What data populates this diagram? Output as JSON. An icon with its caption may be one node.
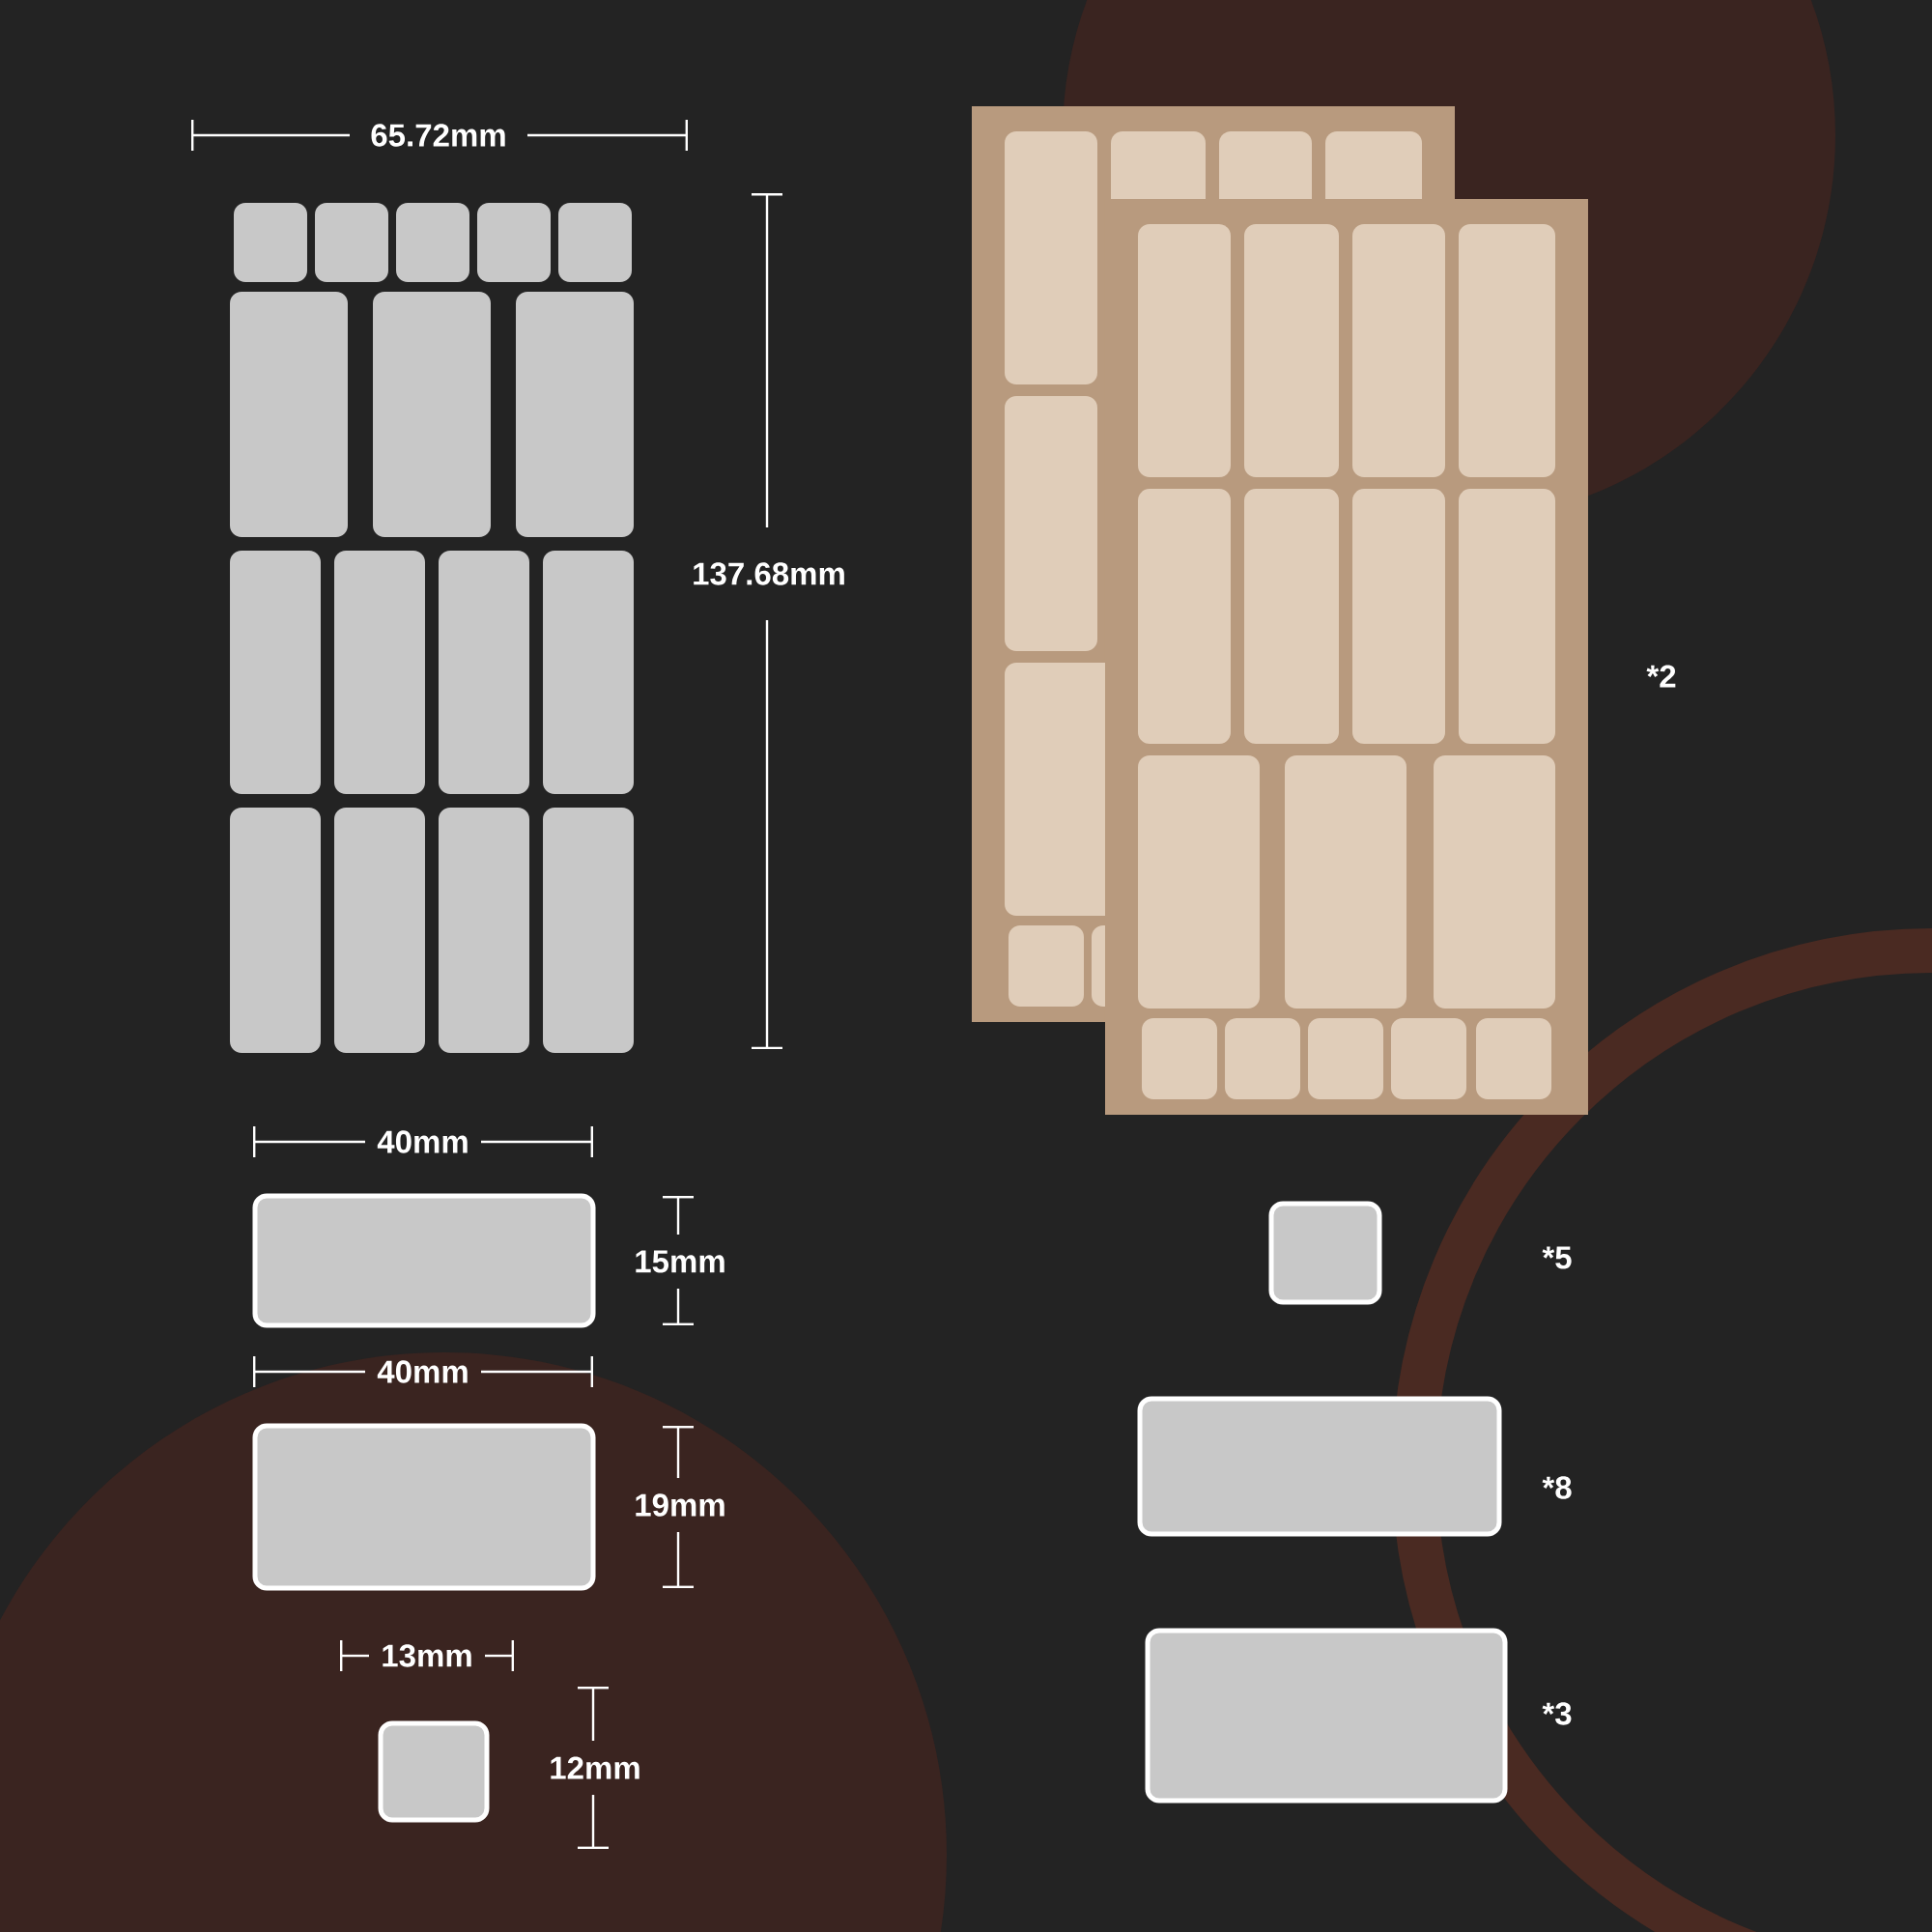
{
  "diagram": {
    "labels": [
      "65.72mm",
      "137.68mm",
      "*2",
      "40mm",
      "*5",
      "15mm",
      "40mm",
      "*8",
      "19mm",
      "13mm",
      "*3",
      "12mm"
    ]
  }
}
